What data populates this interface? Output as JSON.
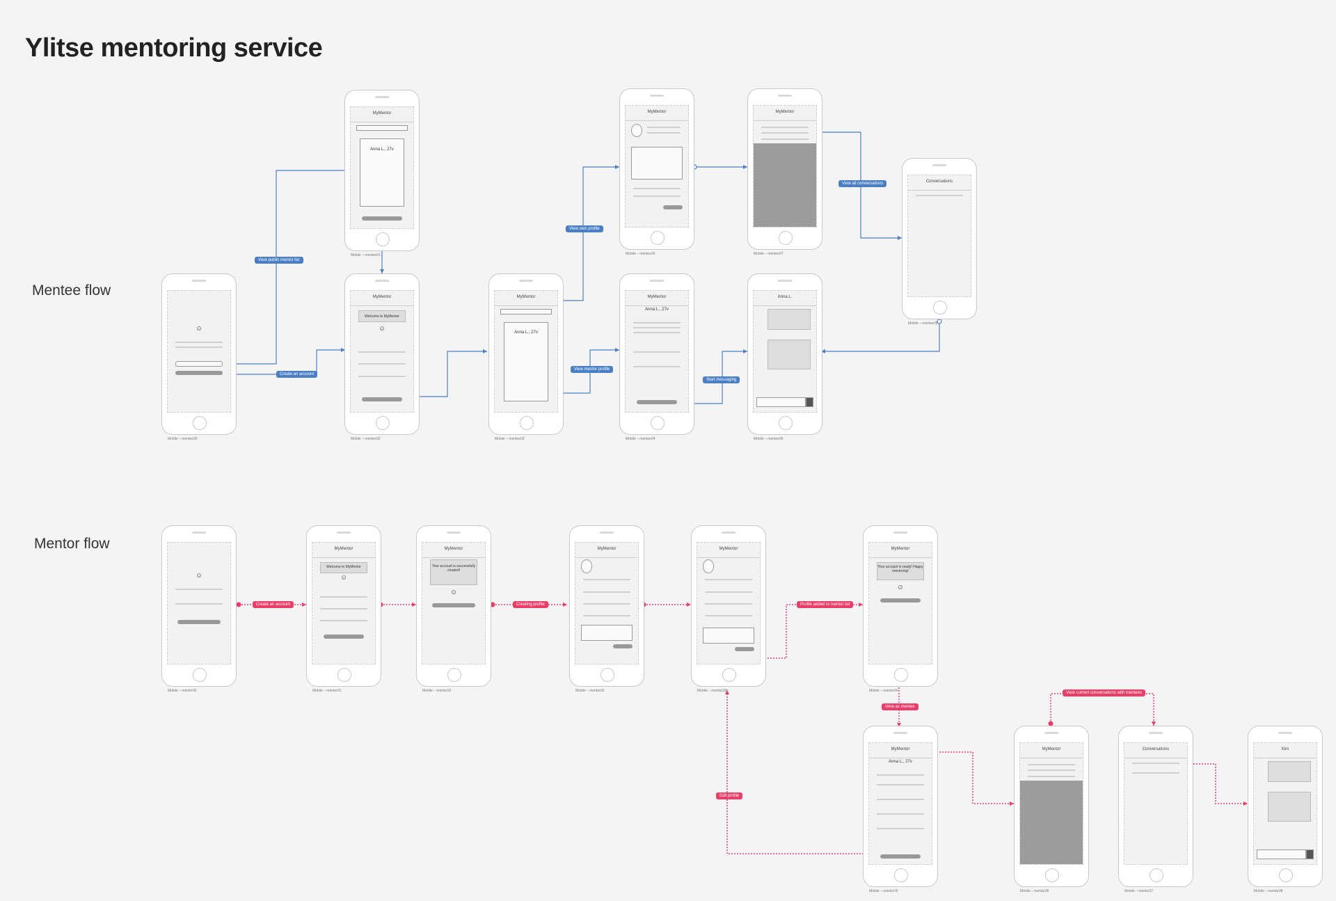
{
  "title": "Ylitse mentoring service",
  "flows": {
    "mentee": "Mentee flow",
    "mentor": "Mentor flow"
  },
  "colors": {
    "mentee_link": "#4a7fc6",
    "mentor_link": "#e83e68",
    "phone_border": "#c8c8c8",
    "screen_bg": "#f2f2f2",
    "overlay_gray": "#9c9c9c"
  },
  "labels": {
    "view_public_mentor_list": "View public mentor list",
    "create_an_account_mentee": "Create an account",
    "view_own_profile": "View own profile",
    "view_mentor_profile": "View mentor profile",
    "start_messaging": "Start messaging",
    "view_all_conversations": "View all conversations",
    "create_an_account_mentor": "Create an account",
    "creating_profile": "Creating profile",
    "profile_added": "Profile added to mentor list",
    "view_as_mentee": "View as mentee",
    "view_current_conversations": "View current conversations with mentees",
    "edit_profile": "Edit profile"
  },
  "screens": {
    "app_name": "MyMentor",
    "profile_name": "Anna L., 27v",
    "welcome": "Welcome to MyMentor",
    "conversations": "Conversations",
    "chat_name": "Anna L.",
    "mentor_chat_name": "Kim",
    "account_created": "Your account is successfully created!",
    "happy_mentoring": "Your account is ready! Happy mentoring!"
  },
  "captions": {
    "m00": "Mobile – mentee00",
    "m01": "Mobile – mentee01",
    "m02": "Mobile – mentee02",
    "m03": "Mobile – mentee03",
    "m04": "Mobile – mentee04",
    "m05": "Mobile – mentee05",
    "m06": "Mobile – mentee06",
    "m07": "Mobile – mentee07",
    "m08": "Mobile – mentee08",
    "r00": "Mobile – mentor00",
    "r01": "Mobile – mentor01",
    "r02": "Mobile – mentor02",
    "r03": "Mobile – mentor03",
    "r03b": "Mobile – mentor03b",
    "r04": "Mobile – mentor04",
    "r05": "Mobile – mentor05",
    "r06": "Mobile – mentor06",
    "r07": "Mobile – mentor07",
    "r08": "Mobile – mentor08"
  }
}
